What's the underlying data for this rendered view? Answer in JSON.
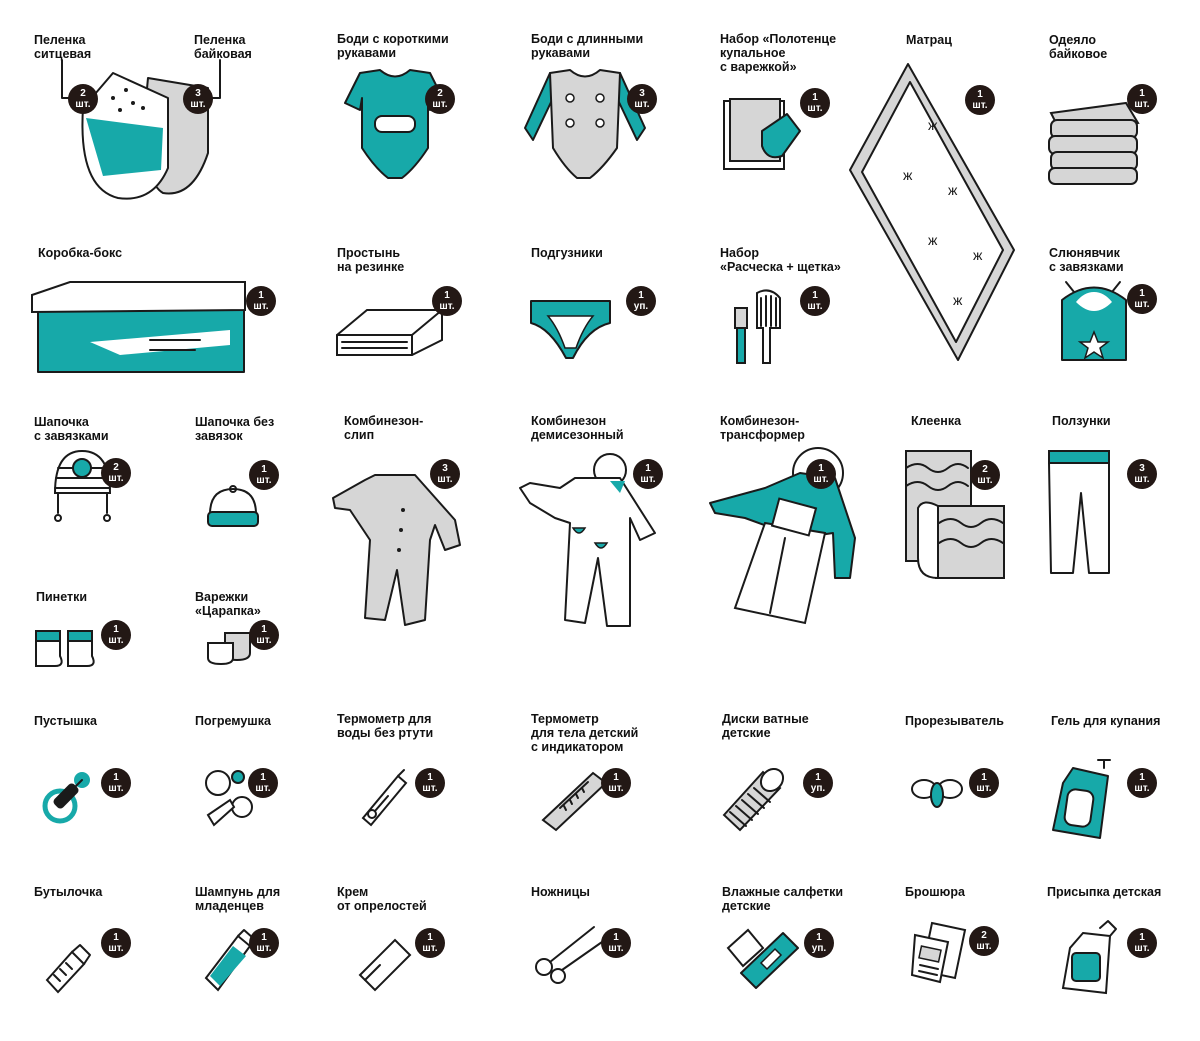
{
  "colors": {
    "accent": "#17a9a9",
    "badge": "#231815",
    "grey": "#d6d6d6"
  },
  "items": [
    {
      "label": "Пеленка\nситцевая",
      "qty": "2",
      "unit": "шт.",
      "icon": "cotton-diaper-icon"
    },
    {
      "label": "Пеленка\nбайковая",
      "qty": "3",
      "unit": "шт.",
      "icon": "flannel-diaper-icon"
    },
    {
      "label": "Боди с короткими\nрукавами",
      "qty": "2",
      "unit": "шт.",
      "icon": "short-sleeve-bodysuit-icon"
    },
    {
      "label": "Боди с длинными\nрукавами",
      "qty": "3",
      "unit": "шт.",
      "icon": "long-sleeve-bodysuit-icon"
    },
    {
      "label": "Набор «Полотенце\nкупальное\nс варежкой»",
      "qty": "1",
      "unit": "шт.",
      "icon": "towel-set-icon"
    },
    {
      "label": "Матрац",
      "qty": "1",
      "unit": "шт.",
      "icon": "mattress-icon"
    },
    {
      "label": "Одеяло\nбайковое",
      "qty": "1",
      "unit": "шт.",
      "icon": "blanket-icon"
    },
    {
      "label": "Коробка-бокс",
      "qty": "1",
      "unit": "шт.",
      "icon": "box-icon"
    },
    {
      "label": "Простынь\nна резинке",
      "qty": "1",
      "unit": "шт.",
      "icon": "fitted-sheet-icon"
    },
    {
      "label": "Подгузники",
      "qty": "1",
      "unit": "уп.",
      "icon": "diapers-icon"
    },
    {
      "label": "Набор\n«Расческа + щетка»",
      "qty": "1",
      "unit": "шт.",
      "icon": "comb-brush-icon"
    },
    {
      "label": "Слюнявчик\nс завязками",
      "qty": "1",
      "unit": "шт.",
      "icon": "bib-icon"
    },
    {
      "label": "Шапочка\nс завязками",
      "qty": "2",
      "unit": "шт.",
      "icon": "tied-cap-icon"
    },
    {
      "label": "Шапочка без\nзавязок",
      "qty": "1",
      "unit": "шт.",
      "icon": "cap-icon"
    },
    {
      "label": "Комбинезон-\nслип",
      "qty": "3",
      "unit": "шт.",
      "icon": "sleepsuit-icon"
    },
    {
      "label": "Комбинезон\nдемисезонный",
      "qty": "1",
      "unit": "шт.",
      "icon": "demiseason-overall-icon"
    },
    {
      "label": "Комбинезон-\nтрансформер",
      "qty": "1",
      "unit": "шт.",
      "icon": "transformer-overall-icon"
    },
    {
      "label": "Клеенка",
      "qty": "2",
      "unit": "шт.",
      "icon": "oilcloth-icon"
    },
    {
      "label": "Ползунки",
      "qty": "3",
      "unit": "шт.",
      "icon": "rompers-icon"
    },
    {
      "label": "Пинетки",
      "qty": "1",
      "unit": "шт.",
      "icon": "booties-icon"
    },
    {
      "label": "Варежки\n«Царапка»",
      "qty": "1",
      "unit": "шт.",
      "icon": "mittens-icon"
    },
    {
      "label": "Пустышка",
      "qty": "1",
      "unit": "шт.",
      "icon": "pacifier-icon"
    },
    {
      "label": "Погремушка",
      "qty": "1",
      "unit": "шт.",
      "icon": "rattle-icon"
    },
    {
      "label": "Термометр для\nводы без ртути",
      "qty": "1",
      "unit": "шт.",
      "icon": "water-thermometer-icon"
    },
    {
      "label": "Термометр\nдля тела детский\nс индикатором",
      "qty": "1",
      "unit": "шт.",
      "icon": "body-thermometer-icon"
    },
    {
      "label": "Диски ватные\nдетские",
      "qty": "1",
      "unit": "уп.",
      "icon": "cotton-pads-icon"
    },
    {
      "label": "Прорезыватель",
      "qty": "1",
      "unit": "шт.",
      "icon": "teether-icon"
    },
    {
      "label": "Гель для купания",
      "qty": "1",
      "unit": "шт.",
      "icon": "bath-gel-icon"
    },
    {
      "label": "Бутылочка",
      "qty": "1",
      "unit": "шт.",
      "icon": "bottle-icon"
    },
    {
      "label": "Шампунь для\nмладенцев",
      "qty": "1",
      "unit": "шт.",
      "icon": "shampoo-icon"
    },
    {
      "label": "Крем\nот опрелостей",
      "qty": "1",
      "unit": "шт.",
      "icon": "cream-icon"
    },
    {
      "label": "Ножницы",
      "qty": "1",
      "unit": "шт.",
      "icon": "scissors-icon"
    },
    {
      "label": "Влажные салфетки\nдетские",
      "qty": "1",
      "unit": "уп.",
      "icon": "wet-wipes-icon"
    },
    {
      "label": "Брошюра",
      "qty": "2",
      "unit": "шт.",
      "icon": "brochure-icon"
    },
    {
      "label": "Присыпка детская",
      "qty": "1",
      "unit": "шт.",
      "icon": "baby-powder-icon"
    }
  ]
}
